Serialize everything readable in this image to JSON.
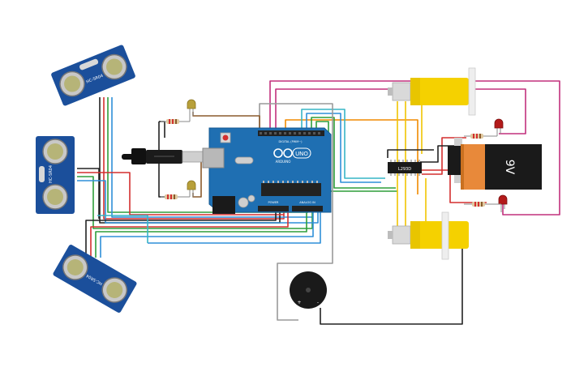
{
  "components": {
    "ultrasonic_sensors": [
      {
        "id": "sensor-top",
        "label": "HC-SR04"
      },
      {
        "id": "sensor-left",
        "label": "HC-SR04"
      },
      {
        "id": "sensor-bottom",
        "label": "HC-SR04"
      }
    ],
    "arduino": {
      "brand": "ARDUINO",
      "model": "UNO",
      "digital_header": "DIGITAL (PWM~)",
      "power_header": "POWER",
      "analog_header": "ANALOG IN"
    },
    "motor_driver": {
      "label": "L293D"
    },
    "battery": {
      "label": "9V"
    },
    "buzzer": {
      "plus": "+",
      "minus": "-"
    }
  },
  "colors": {
    "wire_red": "#d32f2f",
    "wire_black": "#222222",
    "wire_green": "#2e9e3a",
    "wire_blue": "#2f8fd8",
    "wire_cyan": "#37b6c6",
    "wire_orange": "#f08a00",
    "wire_magenta": "#c2307d",
    "wire_yellow": "#f0c400",
    "wire_brown": "#8a5a2b",
    "wire_gray": "#9a9a9a",
    "board_blue": "#1f6fb2",
    "sensor_blue": "#1b4f9b",
    "motor_yellow": "#f5d100",
    "battery_orange": "#e8893a"
  }
}
